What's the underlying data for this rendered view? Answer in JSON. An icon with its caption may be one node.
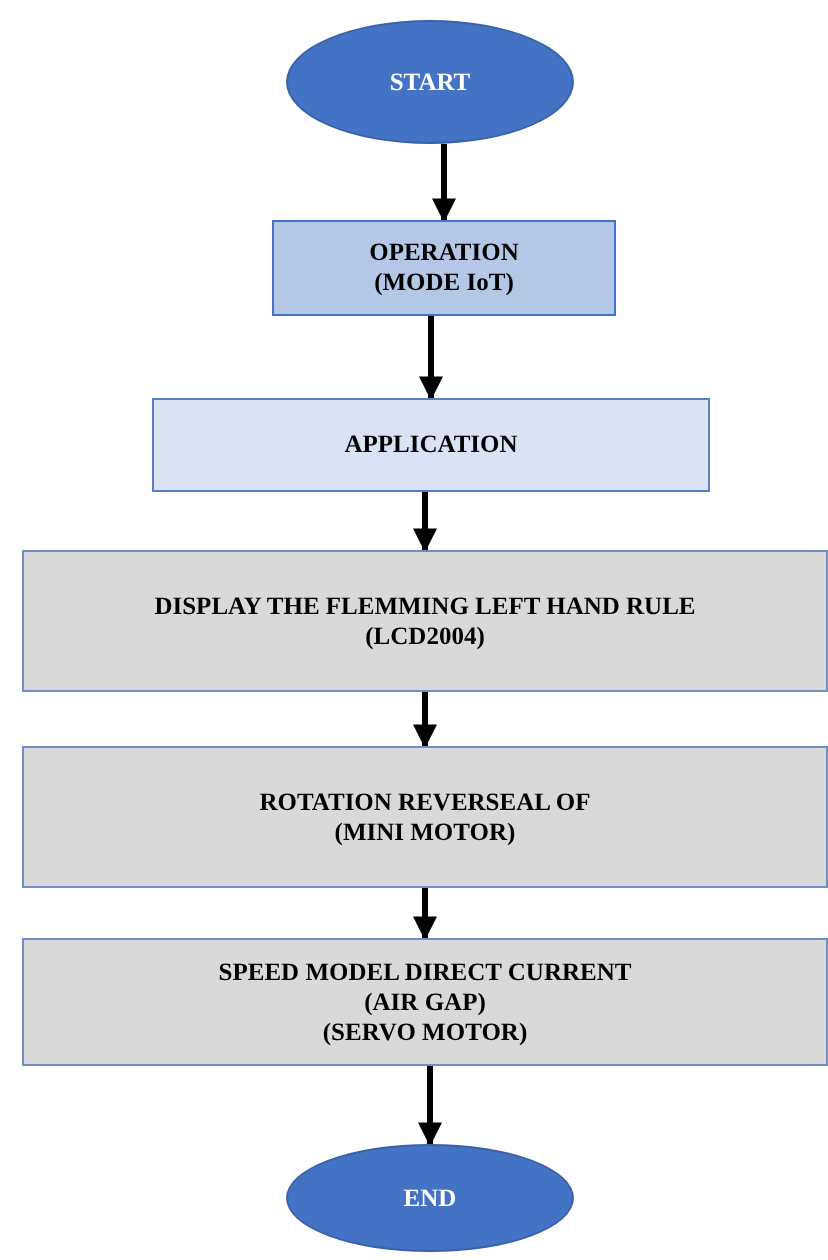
{
  "diagram": {
    "nodes": [
      {
        "text": [
          "START"
        ]
      },
      {
        "text": [
          "OPERATION",
          "(MODE IoT)"
        ]
      },
      {
        "text": [
          "APPLICATION"
        ]
      },
      {
        "text": [
          "DISPLAY THE FLEMMING LEFT HAND RULE",
          "(LCD2004)"
        ]
      },
      {
        "text": [
          "ROTATION REVERSEAL OF",
          "(MINI MOTOR)"
        ]
      },
      {
        "text": [
          "SPEED MODEL DIRECT CURRENT",
          "(AIR GAP)",
          "(SERVO MOTOR)"
        ]
      },
      {
        "text": [
          "END"
        ]
      }
    ],
    "edges": [
      {
        "from": 0,
        "to": 1,
        "arrow": "to"
      },
      {
        "from": 1,
        "to": 2,
        "arrow": "to"
      },
      {
        "from": 2,
        "to": 3,
        "arrow": "to"
      },
      {
        "from": 3,
        "to": 4,
        "arrow": "to"
      },
      {
        "from": 4,
        "to": 5,
        "arrow": "to"
      },
      {
        "from": 5,
        "to": 6,
        "arrow": "to"
      }
    ]
  }
}
